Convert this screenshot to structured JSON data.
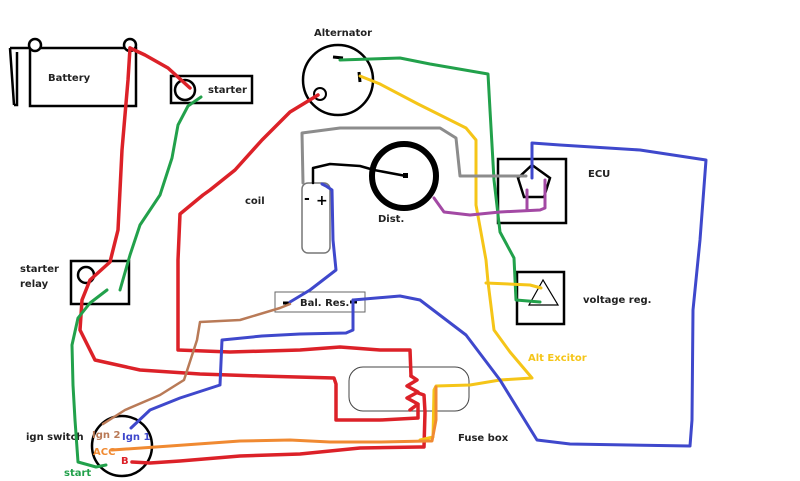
{
  "diagram": {
    "type": "wiring-diagram",
    "components": {
      "battery": "Battery",
      "starter": "starter",
      "alternator": "Alternator",
      "coil": "coil",
      "distributor": "Dist.",
      "ecu": "ECU",
      "voltage_regulator": "voltage reg.",
      "starter_relay_line1": "starter",
      "starter_relay_line2": "relay",
      "ballast_resistor": "Bal. Res.",
      "fuse_box": "Fuse box",
      "ignition_switch": "ign switch"
    },
    "terminals": {
      "coil_negative": "-",
      "coil_positive": "+",
      "ign2": "Ign 2",
      "ign1": "Ign 1",
      "acc": "ACC",
      "b": "B",
      "start": "start"
    },
    "annotations": {
      "alt_exciter": "Alt Excitor"
    },
    "wire_colors": {
      "red": "#dc2128",
      "green": "#22a14b",
      "blue": "#3f48cc",
      "yellow": "#f5c518",
      "orange": "#f08a32",
      "brown": "#b97a57",
      "gray": "#8c8c8c",
      "purple": "#a349a4",
      "black": "#000000"
    },
    "label_colors": {
      "ign2": "#b97a57",
      "ign1": "#3f48cc",
      "acc": "#f08a32",
      "b": "#dc2128",
      "start": "#22a14b",
      "alt_exciter": "#f5c518"
    }
  }
}
